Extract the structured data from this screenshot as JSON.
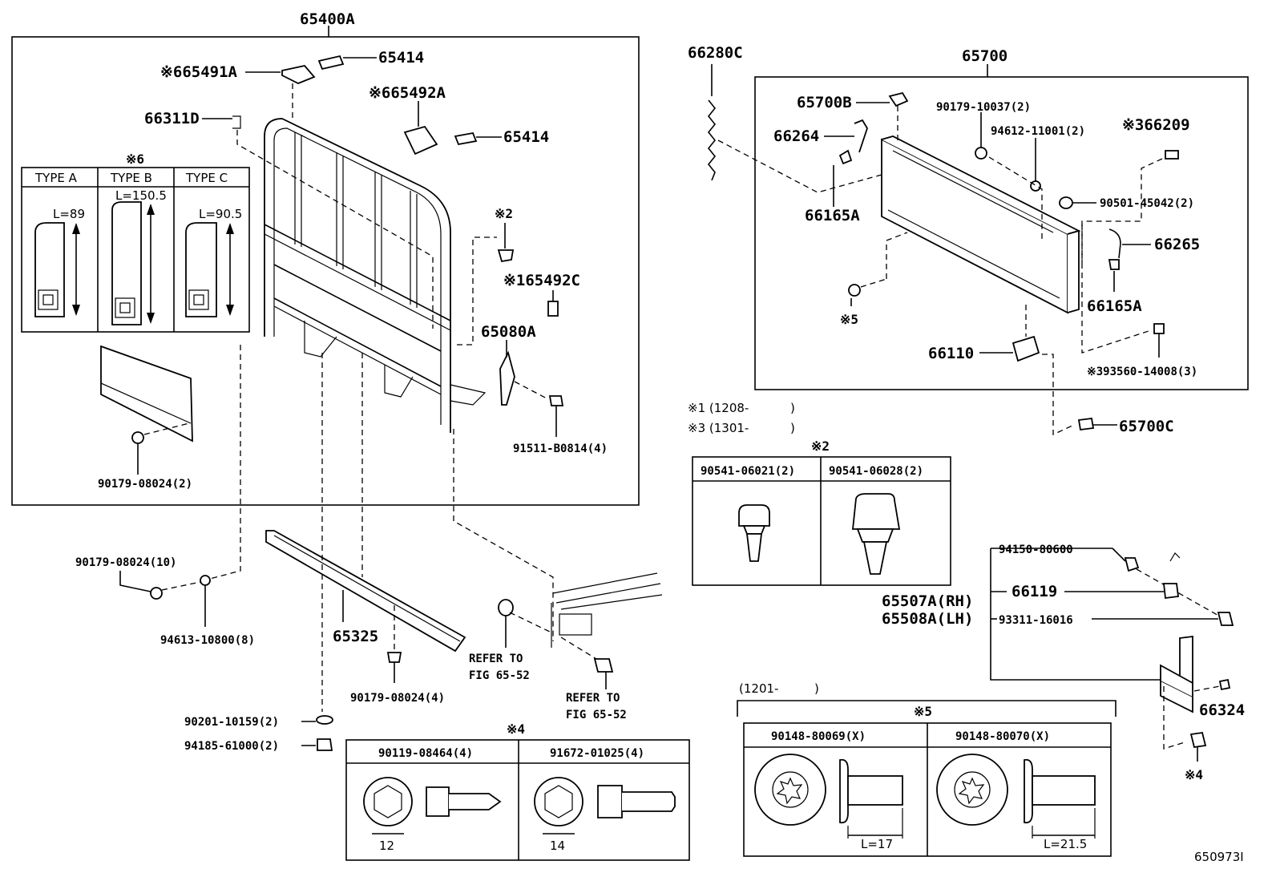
{
  "labels": {
    "p65400A": "65400A",
    "p665491A": "※665491A",
    "p65414a": "65414",
    "p65492A": "※665492A",
    "p65414b": "65414",
    "p66311D": "66311D",
    "star6": "※6",
    "typeA": "TYPE A",
    "typeB": "TYPE B",
    "typeC": "TYPE C",
    "lA": "L=89",
    "lB": "L=150.5",
    "lC": "L=90.5",
    "star2a": "※2",
    "p165492C": "※165492C",
    "p65080A": "65080A",
    "p91511": "91511-B0814(4)",
    "p90179_2": "90179-08024(2)",
    "p90179_10": "90179-08024(10)",
    "p94613": "94613-10800(8)",
    "p65325": "65325",
    "refer1a": "REFER TO",
    "refer1b": "FIG 65-52",
    "refer2a": "REFER TO",
    "refer2b": "FIG 65-52",
    "p90179_4": "90179-08024(4)",
    "p90201": "90201-10159(2)",
    "p94185": "94185-61000(2)",
    "star4box": "※4",
    "p90119": "90119-08464(4)",
    "p91672": "91672-01025(4)",
    "d12": "12",
    "d14": "14",
    "p66280C": "66280C",
    "p65700": "65700",
    "p65700B": "65700B",
    "p90179_10037": "90179-10037(2)",
    "p94612": "94612-11001(2)",
    "p66209": "※366209",
    "p66264": "66264",
    "p90501": "90501-45042(2)",
    "p66165Aa": "66165A",
    "p66265": "66265",
    "p66165Ab": "66165A",
    "star5a": "※5",
    "p66110": "66110",
    "p93560": "※393560-14008(3)",
    "note1": "※1 (1208-",
    "note3": "※3 (1301-",
    "note_close1": ")",
    "note_close3": ")",
    "p65700C": "65700C",
    "star2box": "※2",
    "p90541_21": "90541-06021(2)",
    "p90541_28": "90541-06028(2)",
    "p94150": "94150-80600",
    "p66119": "66119",
    "p65507A": "65507A(RH)",
    "p65508A": "65508A(LH)",
    "p93311": "93311-16016",
    "p66324": "66324",
    "star4b": "※4",
    "date1201": "(1201-",
    "date1201close": ")",
    "star5box": "※5",
    "p90148_69": "90148-80069(X)",
    "p90148_70": "90148-80070(X)",
    "l17": "L=17",
    "l215": "L=21.5",
    "figid": "650973I"
  }
}
